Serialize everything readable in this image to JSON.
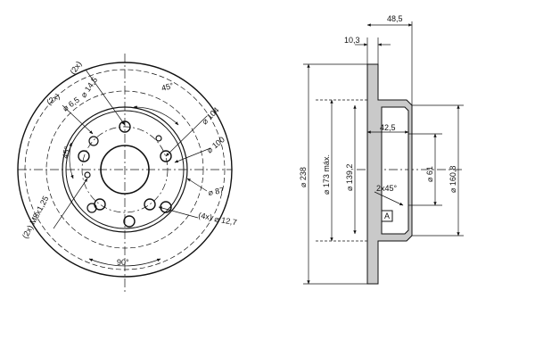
{
  "front_view": {
    "labels": {
      "bolt_hole_count": "(2x)",
      "bolt_hole_dia": "⌀ 14,5",
      "pin_hole_count": "(2x)",
      "pin_hole_dia": "⌀ 6,5",
      "angle_45_top": "45°",
      "angle_45_left": "45°",
      "angle_90": "90°",
      "dia_104": "⌀ 104",
      "dia_100": "⌀ 100",
      "dia_87": "⌀ 87",
      "thread_count_right": "(4x)",
      "dia_12_7": "⌀ 12,7",
      "thread_spec": "(2x) M8x1,25"
    }
  },
  "side_view": {
    "labels": {
      "width_48_5": "48,5",
      "thickness_10_3": "10,3",
      "height_42_5": "42,5",
      "chamfer": "2x45°",
      "dia_238": "⌀ 238",
      "dia_173_max": "⌀ 173 máx.",
      "dia_139_2": "⌀ 139,2",
      "dia_61": "⌀ 61",
      "dia_160_8": "⌀ 160,8",
      "marker": "A"
    }
  }
}
